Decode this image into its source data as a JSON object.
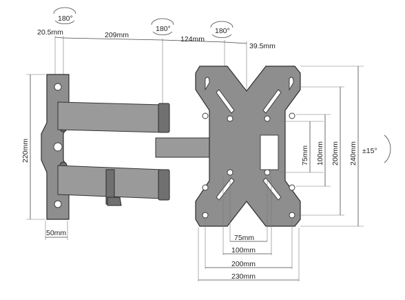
{
  "rotation_labels": {
    "left": "180°",
    "middle": "180°",
    "right": "180°"
  },
  "top_dims": {
    "offset": "20.5mm",
    "arm1": "209mm",
    "arm2": "124mm",
    "plate_depth": "39.5mm"
  },
  "left_dims": {
    "wall_height": "220mm",
    "wall_width": "50mm"
  },
  "right_dims": {
    "v75": "75mm",
    "v100": "100mm",
    "v200": "200mm",
    "v240": "240mm",
    "tilt": "±15°"
  },
  "bottom_dims": {
    "h75": "75mm",
    "h100": "100mm",
    "h200": "200mm",
    "h230": "230mm"
  }
}
